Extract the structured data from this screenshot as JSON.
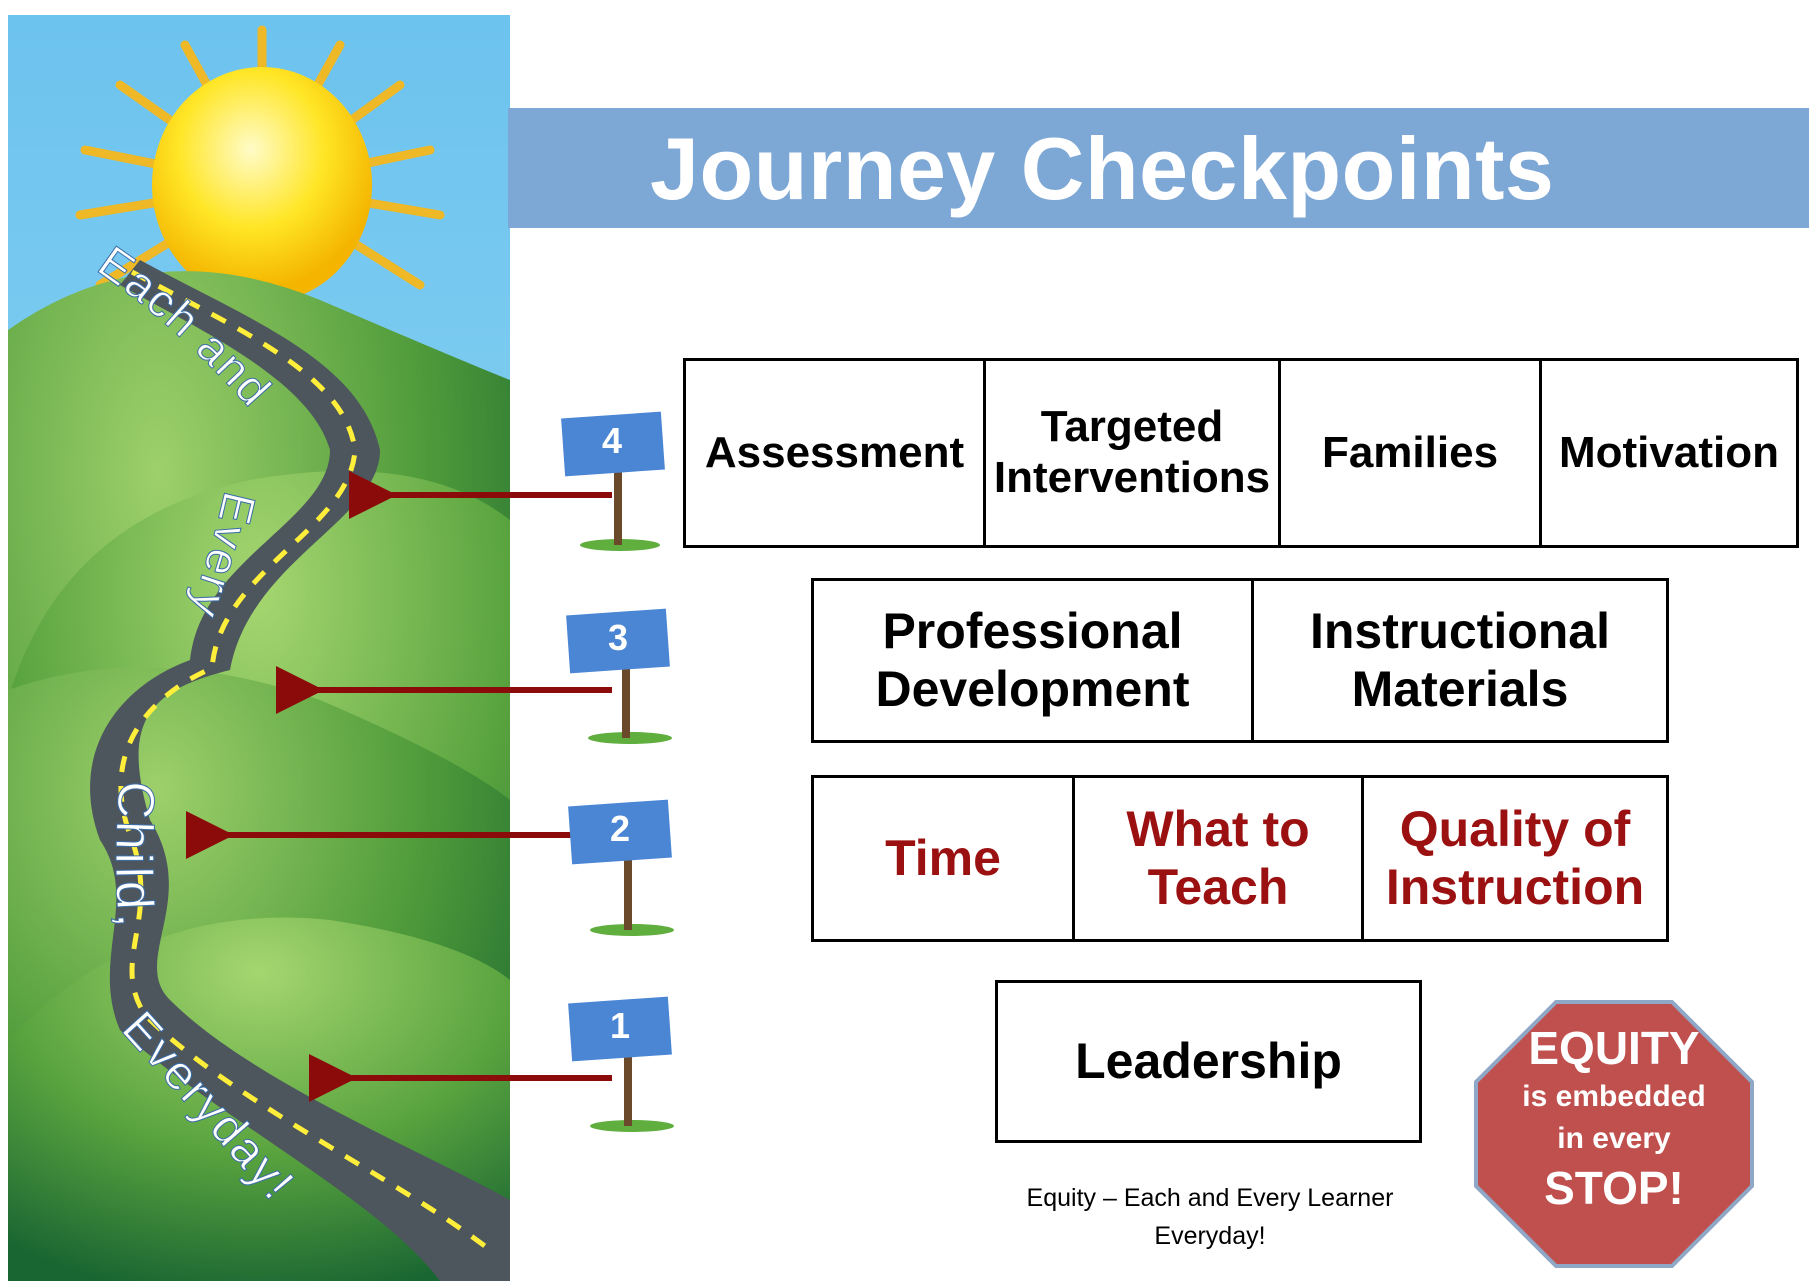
{
  "title": "Journey Checkpoints",
  "road_text": [
    "Each and",
    "Every",
    "Child,",
    "Everyday!"
  ],
  "checkpoints": [
    {
      "number": "4",
      "items": [
        "Assessment",
        "Targeted Interventions",
        "Families",
        "Motivation"
      ]
    },
    {
      "number": "3",
      "items": [
        "Professional Development",
        "Instructional Materials"
      ]
    },
    {
      "number": "2",
      "items": [
        "Time",
        "What to Teach",
        "Quality of Instruction"
      ]
    },
    {
      "number": "1",
      "items": [
        "Leadership"
      ]
    }
  ],
  "stop_sign": {
    "line1": "EQUITY",
    "line2": "is embedded",
    "line3": "in every",
    "line4": "STOP!"
  },
  "footnote": {
    "line1": "Equity – Each and Every Learner",
    "line2": "Everyday!"
  },
  "colors": {
    "title_bar": "#7da7d5",
    "red_text": "#9b1111",
    "arrow": "#8b0a0a",
    "stop_sign": "#c0504d",
    "sign_blue": "#4a86d4"
  }
}
